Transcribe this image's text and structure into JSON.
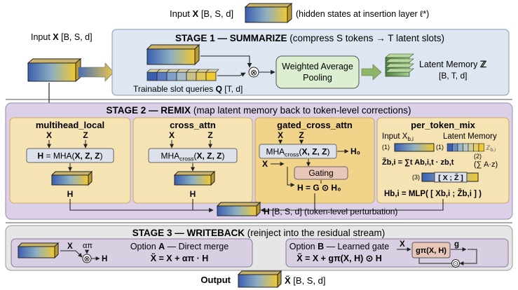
{
  "header": {
    "input_prefix": "Input ",
    "input_var": "X",
    "input_shape": " [B, S, d]",
    "note": "(hidden states at insertion layer ℓ*)"
  },
  "left_input": {
    "prefix": "Input ",
    "var": "X",
    "shape": " [B, S, d]"
  },
  "stage1": {
    "title_bold": "STAGE 1 — SUMMARIZE",
    "title_rest": " (compress S tokens → T latent slots)",
    "slots_prefix": "Trainable slot queries ",
    "slots_var": "Q",
    "slots_shape": " [T, d]",
    "otimes": "⊗",
    "pooling_line1": "Weighted Average",
    "pooling_line2": "Pooling",
    "memory_label": "Latent Memory ",
    "memory_var": "ℤ",
    "memory_shape": "[B, T, d]"
  },
  "stage2": {
    "title_bold": "STAGE 2 — REMIX",
    "title_rest": " (map latent memory back to token-level corrections)",
    "panels": {
      "multihead": {
        "title": "multihead_local",
        "in1": "X",
        "in2": "Z",
        "formula_pre": "H",
        "formula_eq": " = MHA(",
        "formula_args": "X, Z, Z",
        "formula_close": ")",
        "out": "H"
      },
      "cross": {
        "title": "cross_attn",
        "in1": "X",
        "in2": "Z",
        "formula_fn": "MHA",
        "formula_sub": "cross",
        "formula_open": "(",
        "formula_args": "X, Z, Z",
        "formula_close": ")",
        "out": "H"
      },
      "gated": {
        "title": "gated_cross_attn",
        "in1": "X",
        "in2": "Z",
        "side_in": "X",
        "formula_fn": "MHA",
        "formula_sub": "cross",
        "formula_open": "(",
        "formula_args": "X, Z, Z",
        "formula_close": ")",
        "h0": "H₀",
        "gating": "Gating",
        "out_formula": "H = G ⊙ H₀"
      },
      "per_token": {
        "title": "per_token_mix",
        "input_label": "Input X",
        "input_sub": "b,i",
        "latent_label": "Latent Memory",
        "latent_zsub": "ℤ",
        "latent_zsub2": "b,i",
        "step1a": "(1)",
        "step1b": "(1)",
        "step2": "(2)",
        "step3": "(3)",
        "sum_formula": "Z̃b,i = ∑t Ab,i,t · zb,t",
        "sum_az": "(∑ A·z)",
        "concat": "[ X ; Z̃ ]",
        "mlp_formula": "Hb,i = MLP( [ Xb,i ; Z̃b,i ] )"
      }
    },
    "output_var": "H",
    "output_text": " [B, S, d] (token-level perturbation)"
  },
  "stage3": {
    "title_bold": "STAGE 3 — WRITEBACK",
    "title_rest": " (reinject into the residual stream)",
    "a_in_x": "X",
    "a_alpha": "απ",
    "a_otimes": "⊗",
    "a_out": "H",
    "option_a_title_pre": "Option ",
    "option_a_title_letter": "A",
    "option_a_title_post": " — Direct merge",
    "option_a_formula": "X̃ = X + απ · H",
    "option_b_title_pre": "Option ",
    "option_b_title_letter": "B",
    "option_b_title_post": " — Learned gate",
    "option_b_formula": "X̃ = X + gπ(X, H) ⊙ H",
    "b_in_x": "X",
    "b_gate": "gπ(X, H)",
    "b_g": "g",
    "b_odot": "⊙"
  },
  "output": {
    "label": "Output",
    "var": "X̃",
    "shape": " [B, S, d]"
  },
  "colors": {
    "stage1_fill": "#dde6f1",
    "stage2_fill": "#dcd0e8",
    "stage2_panel": "#f6e3b4",
    "stage3_fill": "#e6e6e6",
    "stage3_option": "#d9cfe2",
    "pooling_fill": "#dcefd0",
    "gate_fill": "#e8c6b8",
    "arrow_green": "#8fb56a"
  }
}
